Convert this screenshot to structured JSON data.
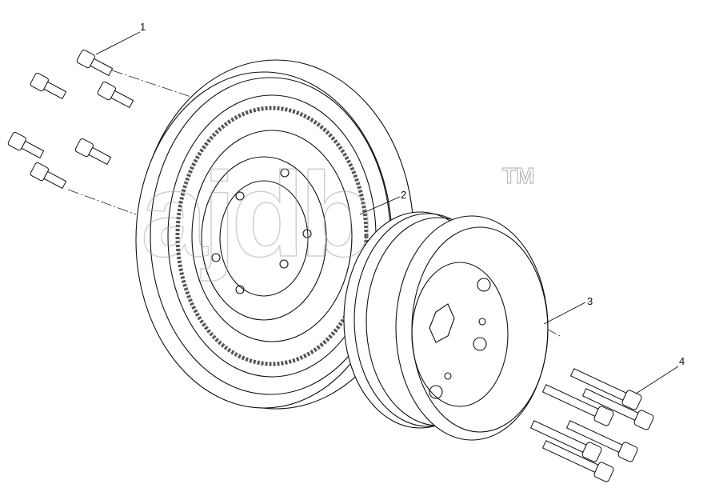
{
  "callouts": {
    "c1": "1",
    "c2": "2",
    "c3": "3",
    "c4": "4"
  },
  "watermark": {
    "logo_text": "ajdb",
    "tm_text": "TM"
  },
  "colors": {
    "line": "#111111",
    "watermark": "#9a9a9a",
    "background": "#ffffff"
  }
}
